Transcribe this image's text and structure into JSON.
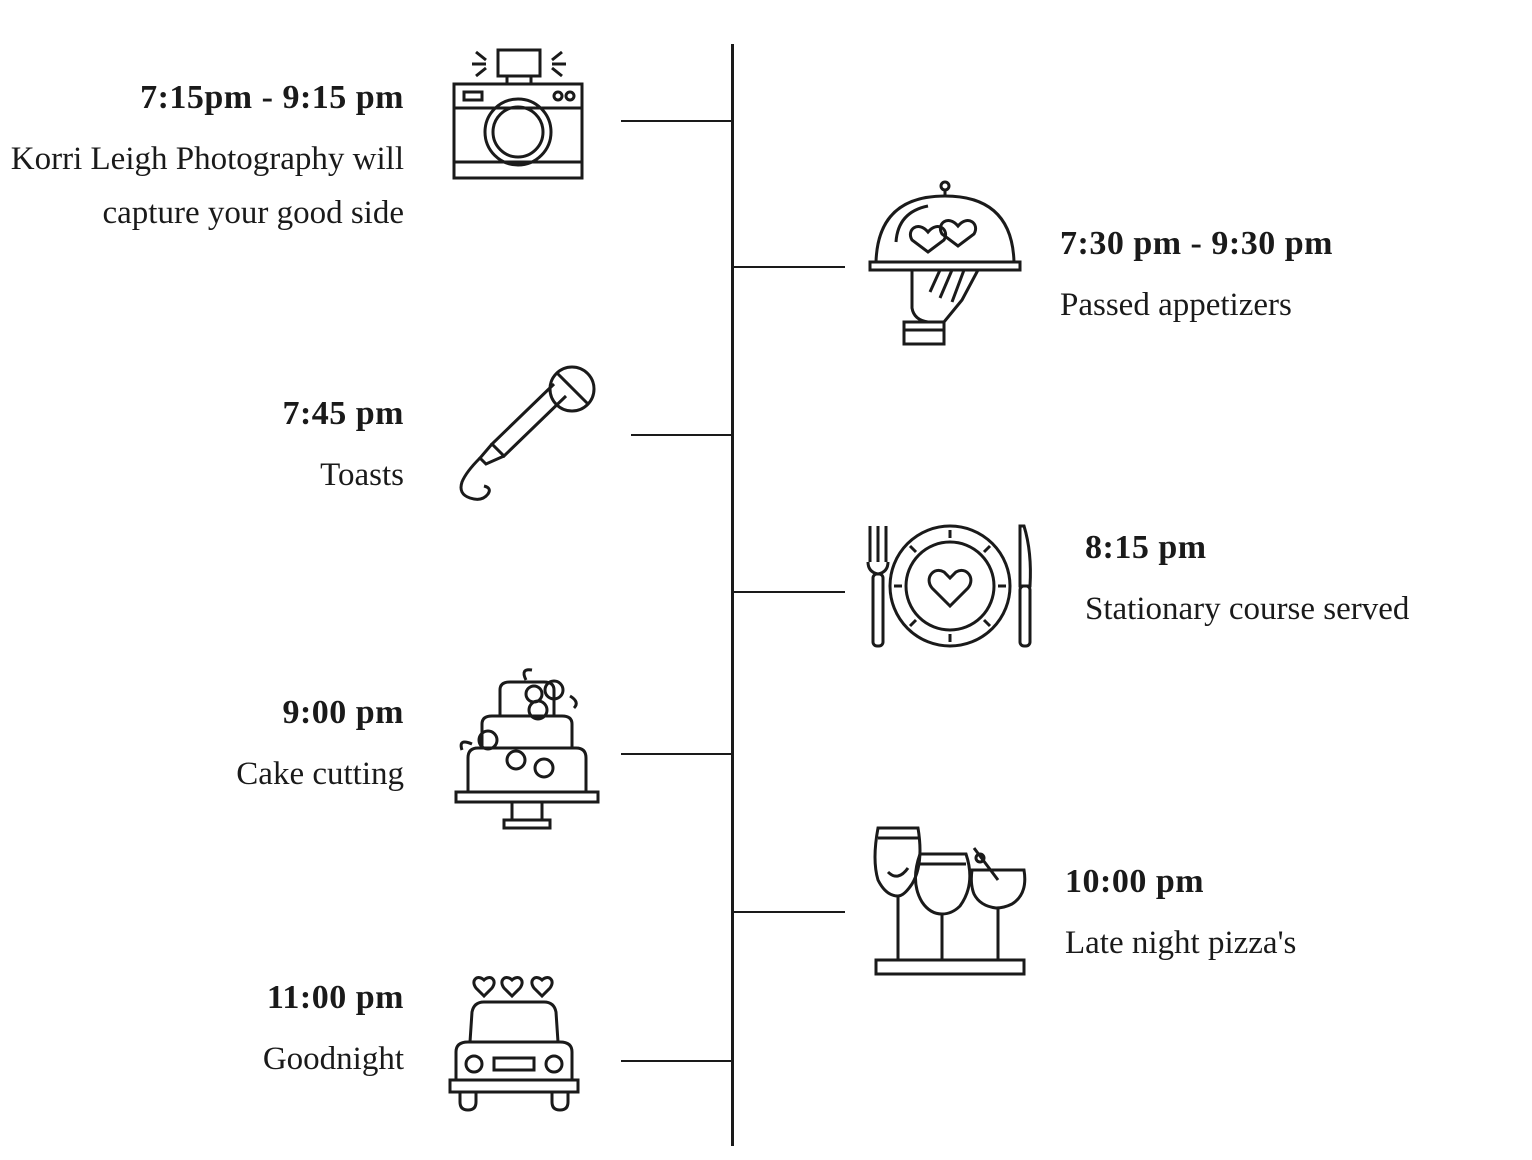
{
  "timeline": {
    "left_events": [
      {
        "time": "7:15pm - 9:15 pm",
        "description": "Korri Leigh Photography will capture your good side",
        "icon": "camera-icon"
      },
      {
        "time": "7:45 pm",
        "description": "Toasts",
        "icon": "microphone-icon"
      },
      {
        "time": "9:00 pm",
        "description": "Cake cutting",
        "icon": "wedding-cake-icon"
      },
      {
        "time": "11:00 pm",
        "description": "Goodnight",
        "icon": "car-with-hearts-icon"
      }
    ],
    "right_events": [
      {
        "time": "7:30 pm - 9:30 pm",
        "description": "Passed appetizers",
        "icon": "cloche-icon"
      },
      {
        "time": "8:15 pm",
        "description": "Stationary course served",
        "icon": "plate-cutlery-icon"
      },
      {
        "time": "10:00 pm",
        "description": "Late night pizza's",
        "icon": "cocktail-glasses-icon"
      }
    ]
  },
  "colors": {
    "ink": "#1a1a1a",
    "background": "#ffffff"
  }
}
